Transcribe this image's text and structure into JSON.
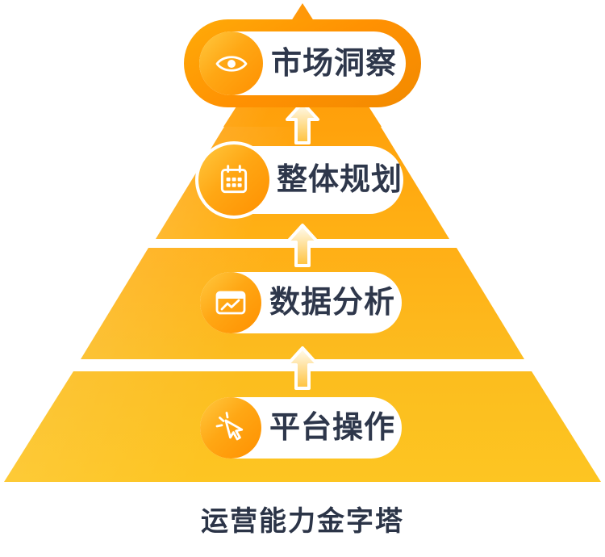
{
  "diagram": {
    "title": "运营能力金字塔",
    "levels": [
      {
        "rank": 1,
        "label": "市场洞察",
        "icon": "eye-icon"
      },
      {
        "rank": 2,
        "label": "整体规划",
        "icon": "calendar-icon"
      },
      {
        "rank": 3,
        "label": "数据分析",
        "icon": "chart-window-icon"
      },
      {
        "rank": 4,
        "label": "平台操作",
        "icon": "click-cursor-icon"
      }
    ],
    "arrow_icon": "up-arrow-icon",
    "colors": {
      "pyramid_top": "#FF9503",
      "pyramid_bottom": "#FDC522",
      "capsule_orange": "#FF9102",
      "icon_circle_light": "#FFC940",
      "icon_circle_dark": "#FF9000",
      "pill_background": "#FFFFFF",
      "label_text": "#2E374B",
      "title_text": "#2B3447",
      "arrow_fill_top": "#FFFDF3",
      "arrow_fill_bottom": "#FFC23C",
      "arrow_stroke": "#FFFFFF",
      "page_background": "#FFFFFF"
    }
  }
}
